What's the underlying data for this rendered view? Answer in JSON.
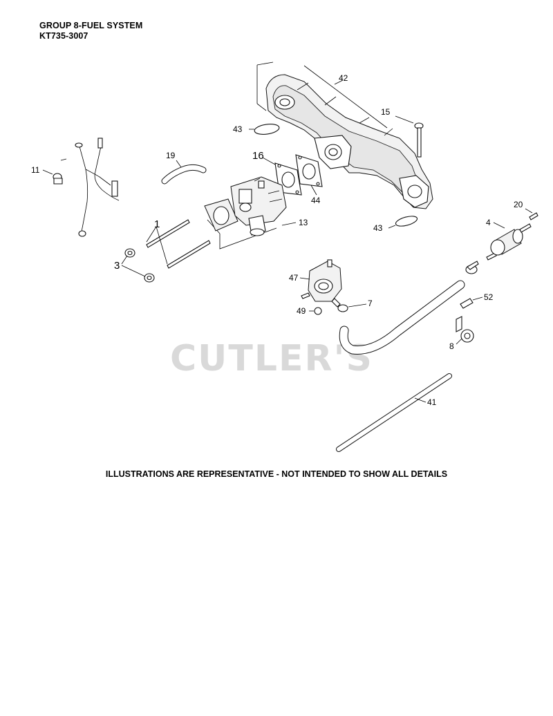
{
  "header": {
    "group": "GROUP 8-FUEL SYSTEM",
    "model": "KT735-3007"
  },
  "watermark": "CUTLER'S",
  "disclaimer": "ILLUSTRATIONS ARE REPRESENTATIVE - NOT INTENDED TO SHOW ALL DETAILS",
  "callouts": {
    "c1": "1",
    "c3": "3",
    "c4": "4",
    "c7": "7",
    "c8": "8",
    "c11": "11",
    "c13": "13",
    "c15": "15",
    "c16": "16",
    "c19": "19",
    "c20": "20",
    "c41": "41",
    "c42": "42",
    "c43a": "43",
    "c43b": "43",
    "c44": "44",
    "c47": "47",
    "c49": "49",
    "c52": "52"
  }
}
